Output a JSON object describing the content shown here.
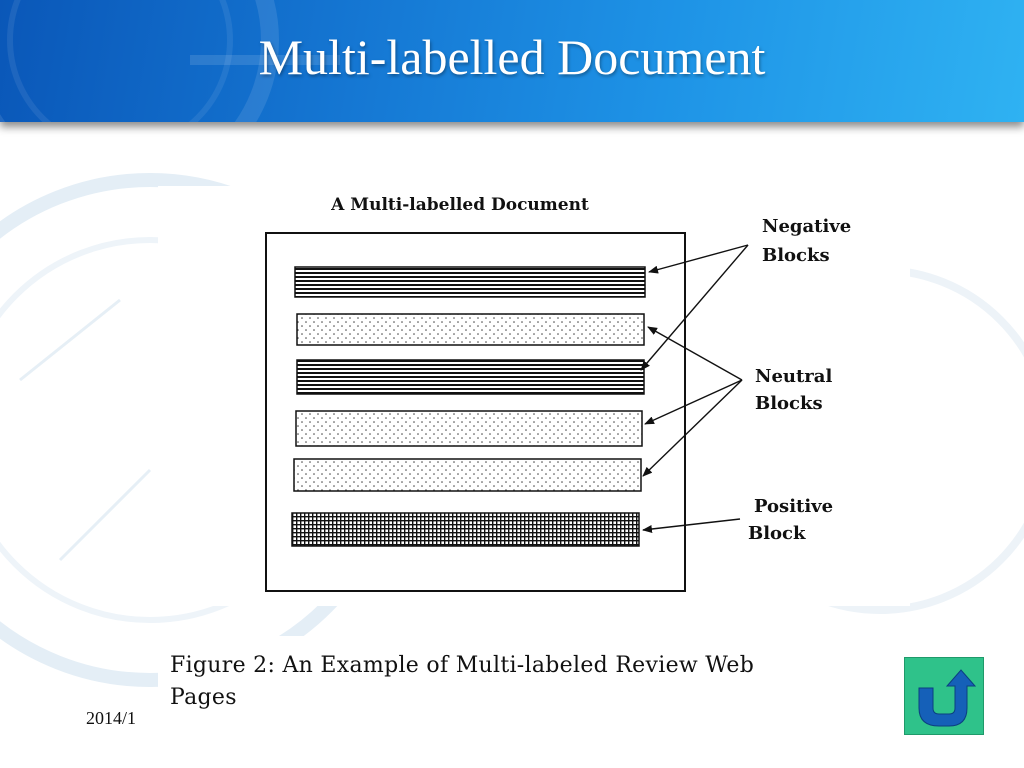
{
  "slide": {
    "title": "Multi-labelled Document",
    "date": "2014/1"
  },
  "figure": {
    "heading": "A Multi-labelled Document",
    "labels": {
      "negative": [
        "Negative",
        "Blocks"
      ],
      "neutral": [
        "Neutral",
        "Blocks"
      ],
      "positive": [
        "Positive",
        "Block"
      ]
    },
    "blocks": [
      "negative",
      "neutral",
      "negative",
      "neutral",
      "neutral",
      "positive"
    ]
  },
  "caption": {
    "line1": "Figure 2:  An Example of Multi-labeled Review Web",
    "line2": "Pages"
  },
  "colors": {
    "header_start": "#0a57b8",
    "header_end": "#2fb2f2",
    "nav_button": "#2fc28a",
    "nav_icon": "#1560b8"
  },
  "icons": {
    "nav": "return-u-turn-icon"
  }
}
